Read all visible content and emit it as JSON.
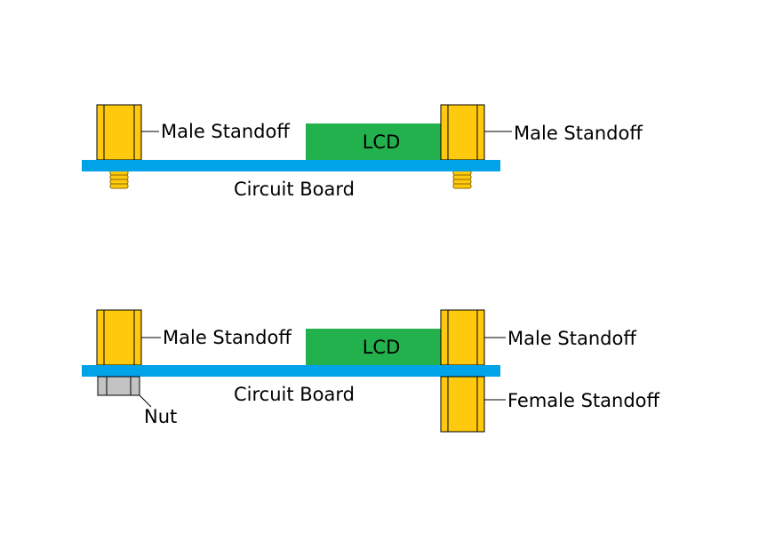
{
  "colors": {
    "board": "#00a2e8",
    "lcd": "#22b14c",
    "standoff": "#ffc90e",
    "nut": "#c3c3c3"
  },
  "top_diagram": {
    "left_standoff_label": "Male Standoff",
    "right_standoff_label": "Male Standoff",
    "lcd_label": "LCD",
    "board_label": "Circuit Board"
  },
  "bottom_diagram": {
    "left_standoff_label": "Male Standoff",
    "right_standoff_label": "Male Standoff",
    "lcd_label": "LCD",
    "board_label": "Circuit Board",
    "nut_label": "Nut",
    "female_standoff_label": "Female Standoff"
  }
}
